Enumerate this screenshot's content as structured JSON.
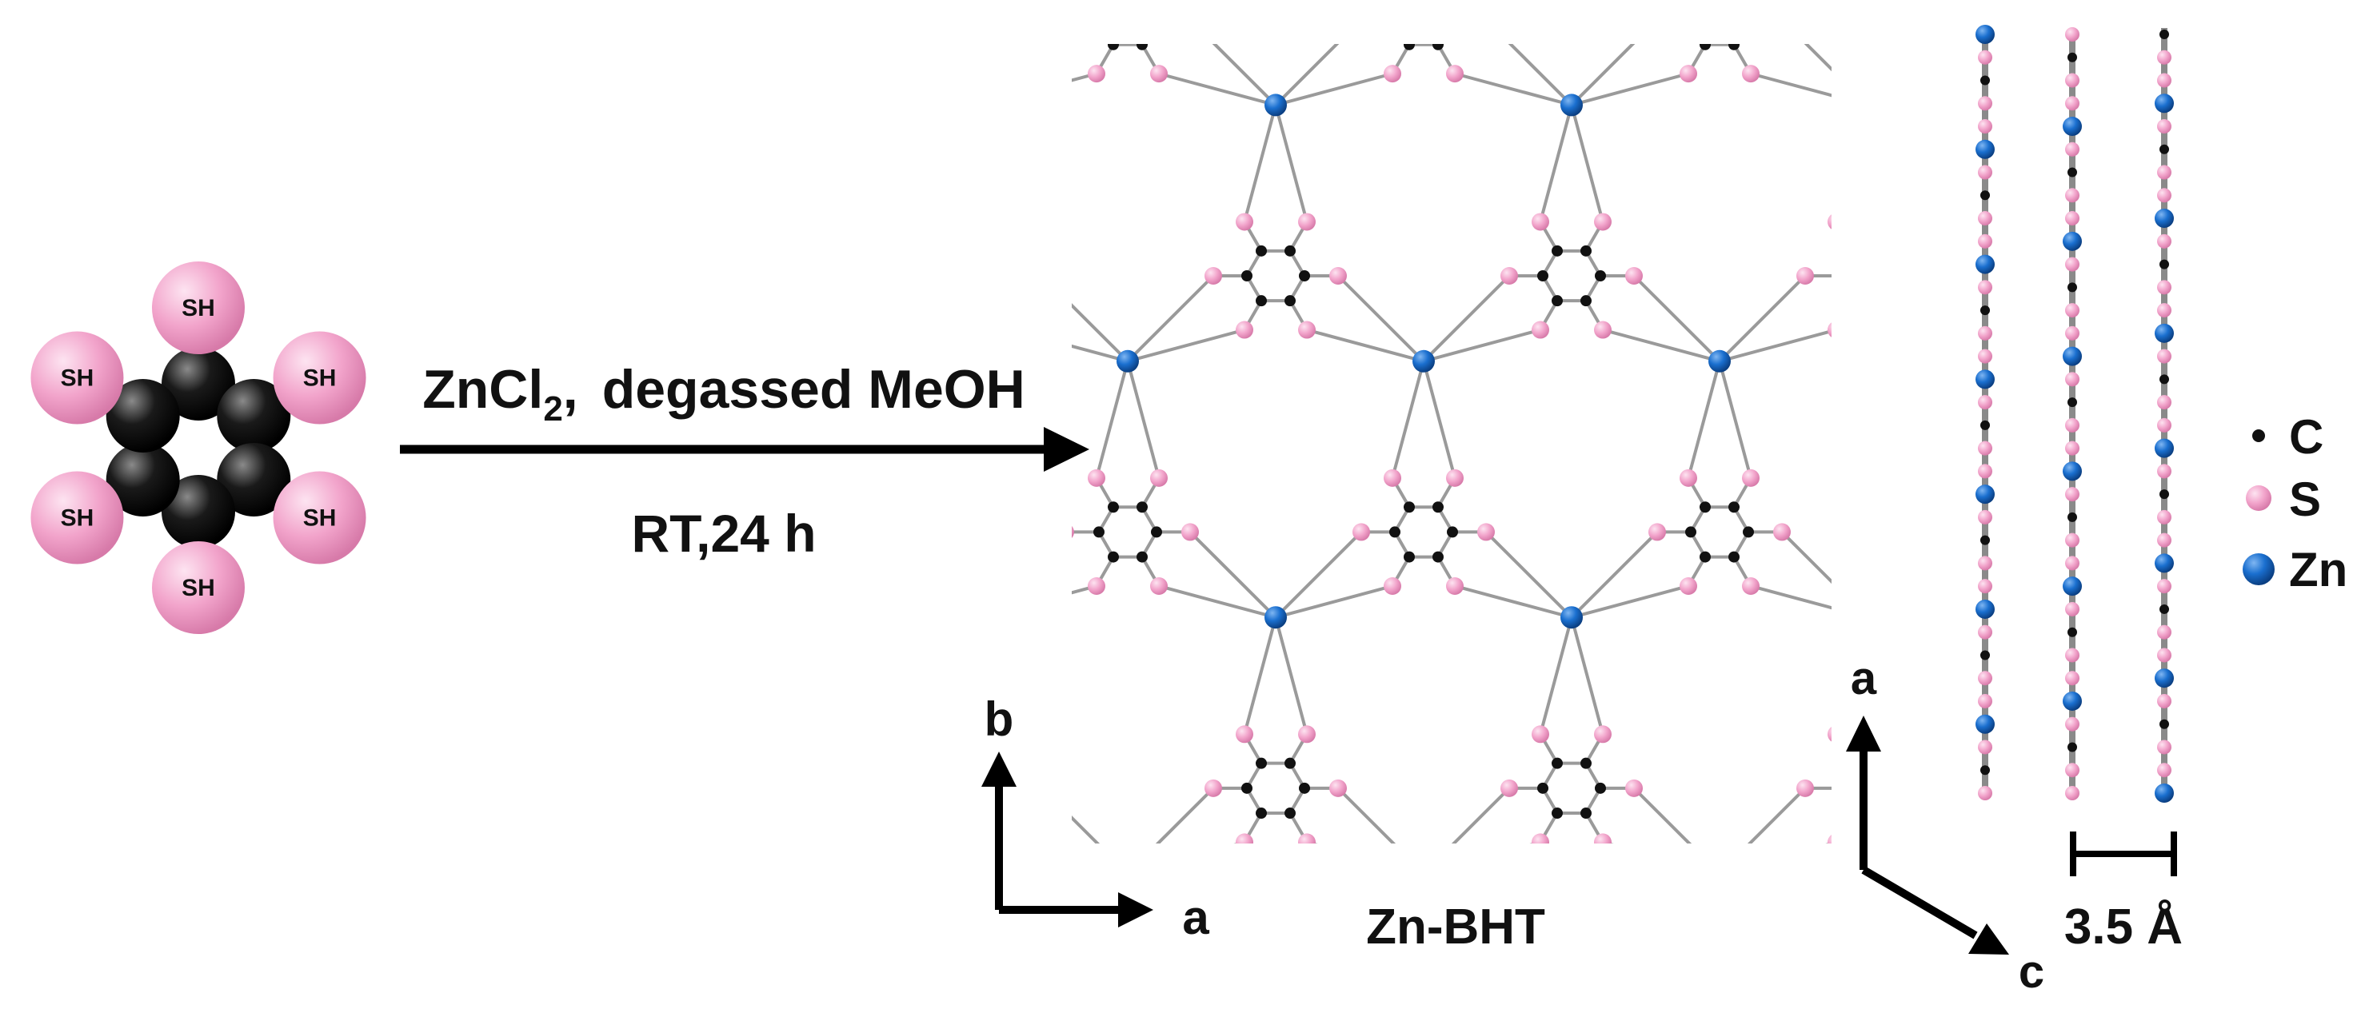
{
  "precursor": {
    "substituent_label": "SH"
  },
  "reaction": {
    "reagent_main": "ZnCl",
    "reagent_subscript": "2",
    "reagent_separator": ",",
    "solvent": "degassed MeOH",
    "conditions": "RT,24 h"
  },
  "framework": {
    "name": "Zn-BHT",
    "axis_horizontal": "a",
    "axis_vertical": "b"
  },
  "stacking": {
    "axis_vertical": "a",
    "axis_diagonal": "c",
    "interlayer_distance": "3.5 Å"
  },
  "legend": {
    "items": [
      {
        "label": "C",
        "color": "#111111",
        "kind": "small-dot"
      },
      {
        "label": "S",
        "color": "#f2a4cb",
        "kind": "medium-sphere"
      },
      {
        "label": "Zn",
        "color": "#1a6fcf",
        "kind": "large-sphere"
      }
    ]
  },
  "colors": {
    "carbon": "#111111",
    "sulfur": "#f2a4cb",
    "zinc": "#1a6fcf",
    "bond": "#9a9a9a",
    "arrow": "#000000"
  }
}
